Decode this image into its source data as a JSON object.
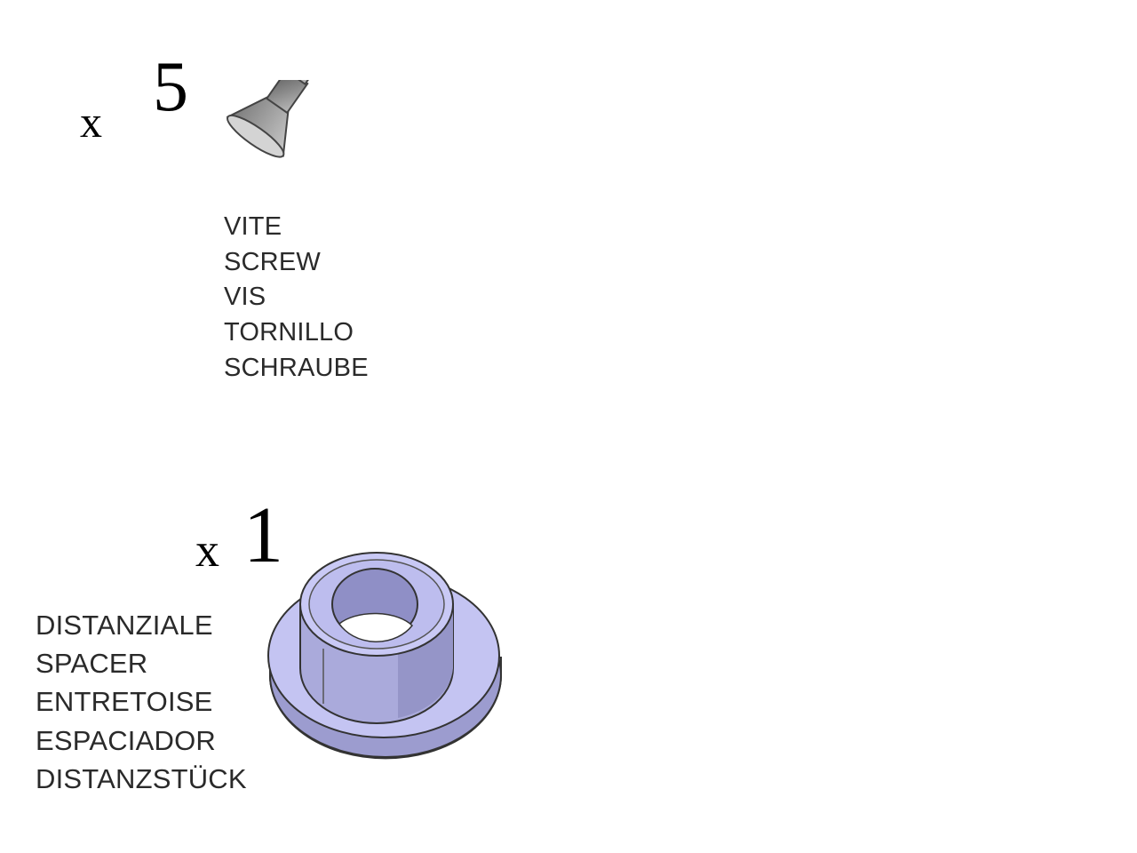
{
  "screw": {
    "qty_prefix": "x",
    "qty_value": "5",
    "labels": [
      "VITE",
      "SCREW",
      "VIS",
      "TORNILLO",
      "SCHRAUBE"
    ],
    "icon": "screw-icon",
    "color": "#8c8c8c"
  },
  "spacer": {
    "qty_prefix": "x",
    "qty_value": "1",
    "labels": [
      "DISTANZIALE",
      "SPACER",
      "ENTRETOISE",
      "ESPACIADOR",
      "DISTANZSTÜCK"
    ],
    "icon": "spacer-icon",
    "color": "#b9b9ee"
  }
}
